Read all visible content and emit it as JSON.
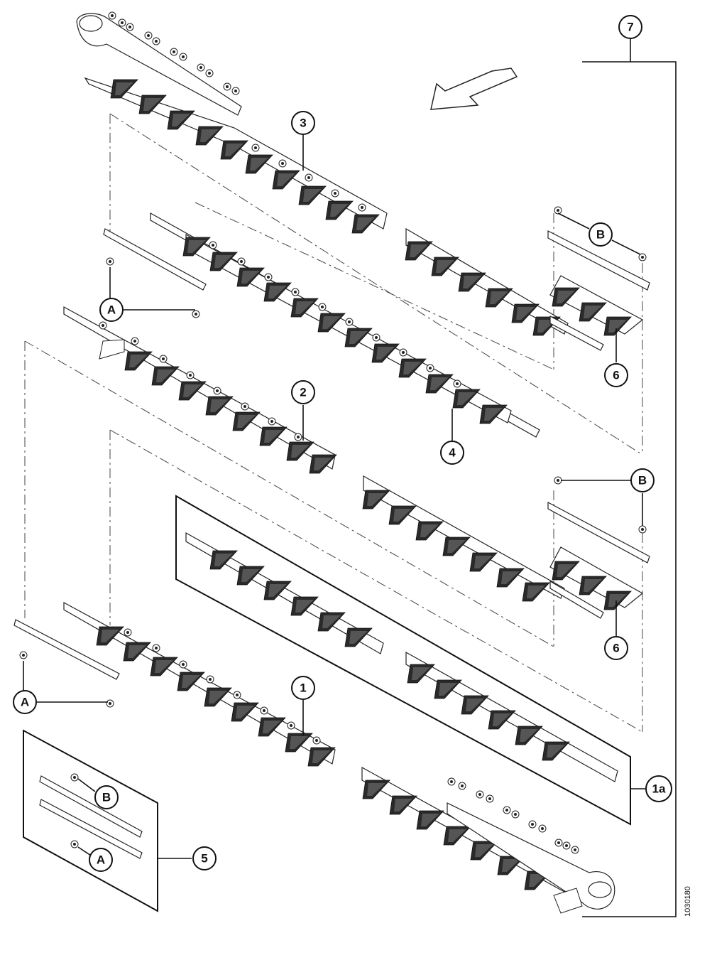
{
  "figure_id": "1030180",
  "callouts": {
    "c1": "1",
    "c1a": "1a",
    "c2": "2",
    "c3": "3",
    "c4": "4",
    "c5": "5",
    "c6": "6",
    "c7": "7",
    "cA": "A",
    "cB": "B"
  },
  "colors": {
    "line": "#111111",
    "teeth": "#2a2a2a",
    "background": "#ffffff"
  },
  "icons": {
    "arrow": "direction-arrow-icon",
    "bolt": "bolt-icon",
    "nut": "nut-icon"
  }
}
